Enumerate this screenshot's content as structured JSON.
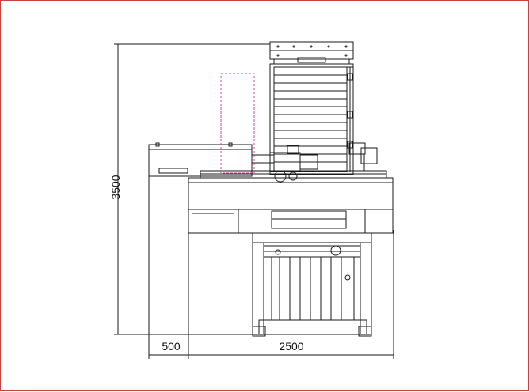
{
  "drawing": {
    "dimensions": {
      "height": "3500",
      "left_offset": "500",
      "width": "2500"
    },
    "colors": {
      "frame_border": "#c9413f",
      "line": "#1a1a1a",
      "highlight_box": "#d9468f"
    }
  }
}
